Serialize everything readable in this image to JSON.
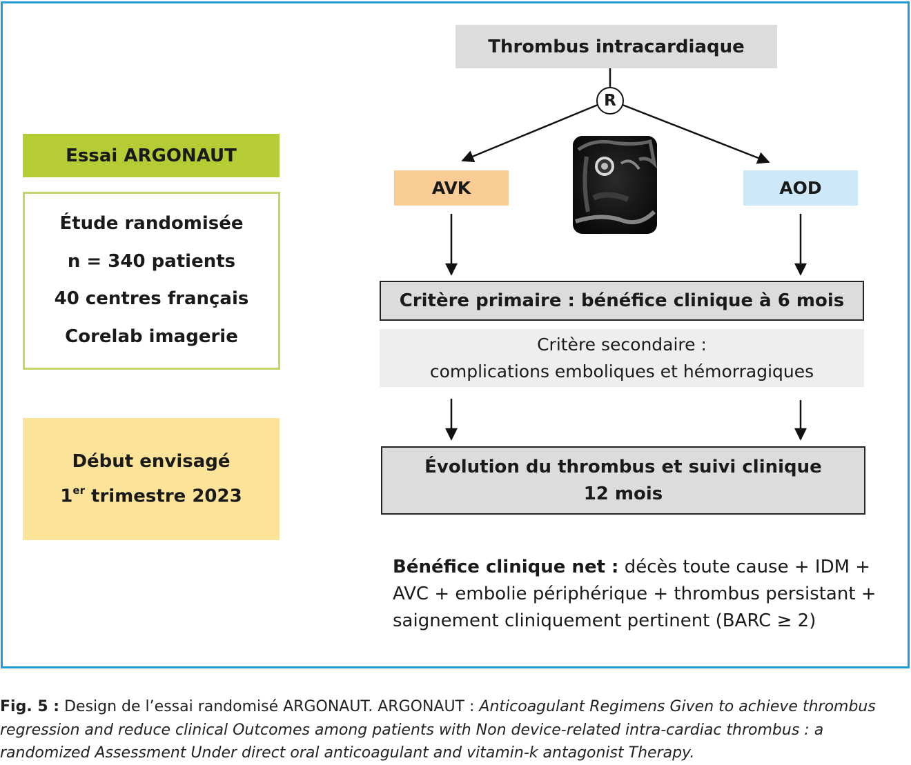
{
  "title": "Thrombus intracardiaque",
  "randomization": "R",
  "arms": {
    "left": "AVK",
    "right": "AOD"
  },
  "primary": "Critère primaire : bénéfice clinique à 6 mois",
  "secondary": {
    "line1": "Critère secondaire :",
    "line2": "complications emboliques et hémorragiques"
  },
  "evolution": {
    "line1": "Évolution du thrombus et suivi clinique",
    "line2": "12 mois"
  },
  "trial": {
    "name": "Essai ARGONAUT",
    "details": [
      "Étude randomisée",
      "n = 340 patients",
      "40 centres français",
      "Corelab imagerie"
    ]
  },
  "start": {
    "label": "Début envisagé",
    "ordinal": "1",
    "ordinal_suffix": "er",
    "period": " trimestre 2023"
  },
  "net_benefit": {
    "label": "Bénéfice clinique net :",
    "text": " décès toute cause + IDM + AVC + embolie périphérique + thrombus persistant + saignement cliniquement pertinent (BARC ≥ 2)"
  },
  "caption": {
    "label": "Fig. 5 :",
    "text": " Design de l’essai randomisé ARGONAUT. ARGONAUT : ",
    "italic": "Anticoagulant Regimens Given to achieve thrombus regression and reduce clinical Outcomes among patients with Non device-related intra-cardiac thrombus : a randomized Assessment Under direct oral anticoagulant and vitamin-k antagonist Therapy."
  },
  "colors": {
    "frame": "#1e9bd7",
    "essai": "#b5cc35",
    "info_border": "#c3d66a",
    "debut": "#fce39a",
    "avk": "#f9cd95",
    "aod": "#cde8f9",
    "grey": "#dcdcdc"
  }
}
